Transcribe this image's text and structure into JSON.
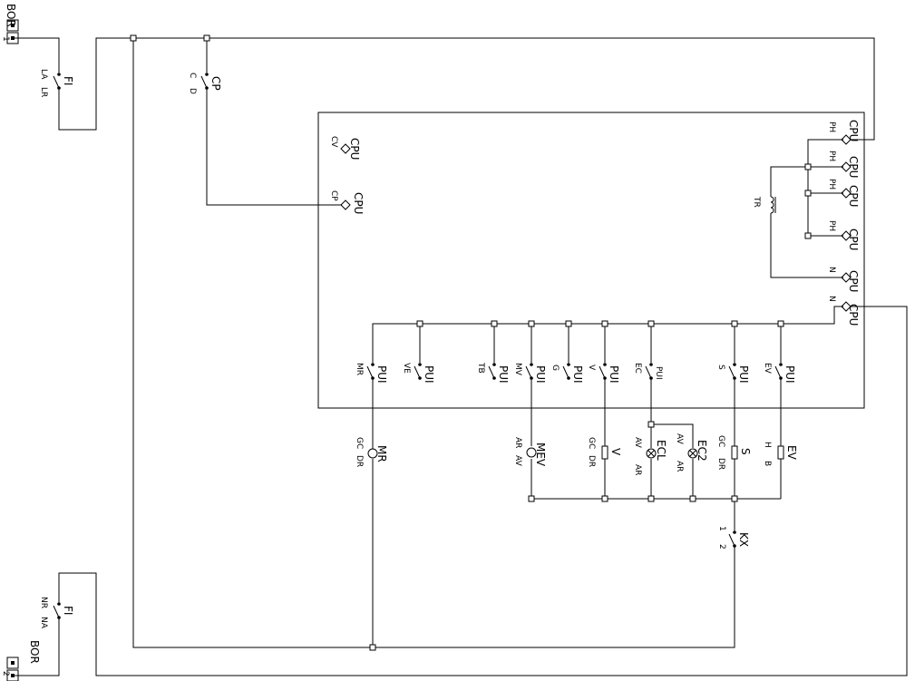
{
  "colors": {
    "ink": "#000000",
    "background": "#ffffff"
  },
  "terminals": {
    "bor1": {
      "name": "BOR",
      "pin": "1"
    },
    "bor2": {
      "name": "BOR",
      "pin": "2"
    }
  },
  "fuses": {
    "fi_top": {
      "name": "FI",
      "pin_a": "LA",
      "pin_b": "LR"
    },
    "fi_bot": {
      "name": "FI",
      "pin_a": "NR",
      "pin_b": "NA"
    }
  },
  "cp_switch": {
    "name": "CP",
    "pin_a": "C",
    "pin_b": "D"
  },
  "cpu_ports": {
    "cv": {
      "name": "CPU",
      "pin": "CV"
    },
    "cp": {
      "name": "CPU",
      "pin": "CP"
    },
    "ph1": {
      "name": "CPU",
      "pin": "PH"
    },
    "ph2": {
      "name": "CPU",
      "pin": "PH"
    },
    "ph3": {
      "name": "CPU",
      "pin": "PH"
    },
    "ph4": {
      "name": "CPU",
      "pin": "PH"
    },
    "n1": {
      "name": "CPU",
      "pin": "N"
    },
    "n2": {
      "name": "CPU",
      "pin": "N"
    }
  },
  "transformer": {
    "name": "TR"
  },
  "pui_switches": [
    {
      "name": "PUI",
      "pin": "MR"
    },
    {
      "name": "PUI",
      "pin": "VE"
    },
    {
      "name": "PUI",
      "pin": "TB"
    },
    {
      "name": "PUI",
      "pin": "MV"
    },
    {
      "name": "PUI",
      "pin": "G"
    },
    {
      "name": "PUI",
      "pin": "V"
    },
    {
      "name": "PUI",
      "pin": "EC"
    },
    {
      "name": "PUI",
      "pin": "S"
    },
    {
      "name": "PUI",
      "pin": "EV"
    }
  ],
  "loads": {
    "mr": {
      "name": "MR",
      "pin_a": "GC",
      "pin_b": "DR"
    },
    "mev": {
      "name": "MEV",
      "pin_a": "AR",
      "pin_b": "AV"
    },
    "v": {
      "name": "V",
      "pin_a": "GC",
      "pin_b": "DR"
    },
    "ecl": {
      "name": "ECL",
      "pin_a": "AV",
      "pin_b": "AR"
    },
    "ec2": {
      "name": "EC2",
      "pin_a": "AV",
      "pin_b": "AR"
    },
    "s": {
      "name": "S",
      "pin_a": "GC",
      "pin_b": "DR"
    },
    "ev": {
      "name": "EV",
      "pin_a": "H",
      "pin_b": "B"
    }
  },
  "kx_switch": {
    "name": "KX",
    "pin_a": "1",
    "pin_b": "2"
  }
}
